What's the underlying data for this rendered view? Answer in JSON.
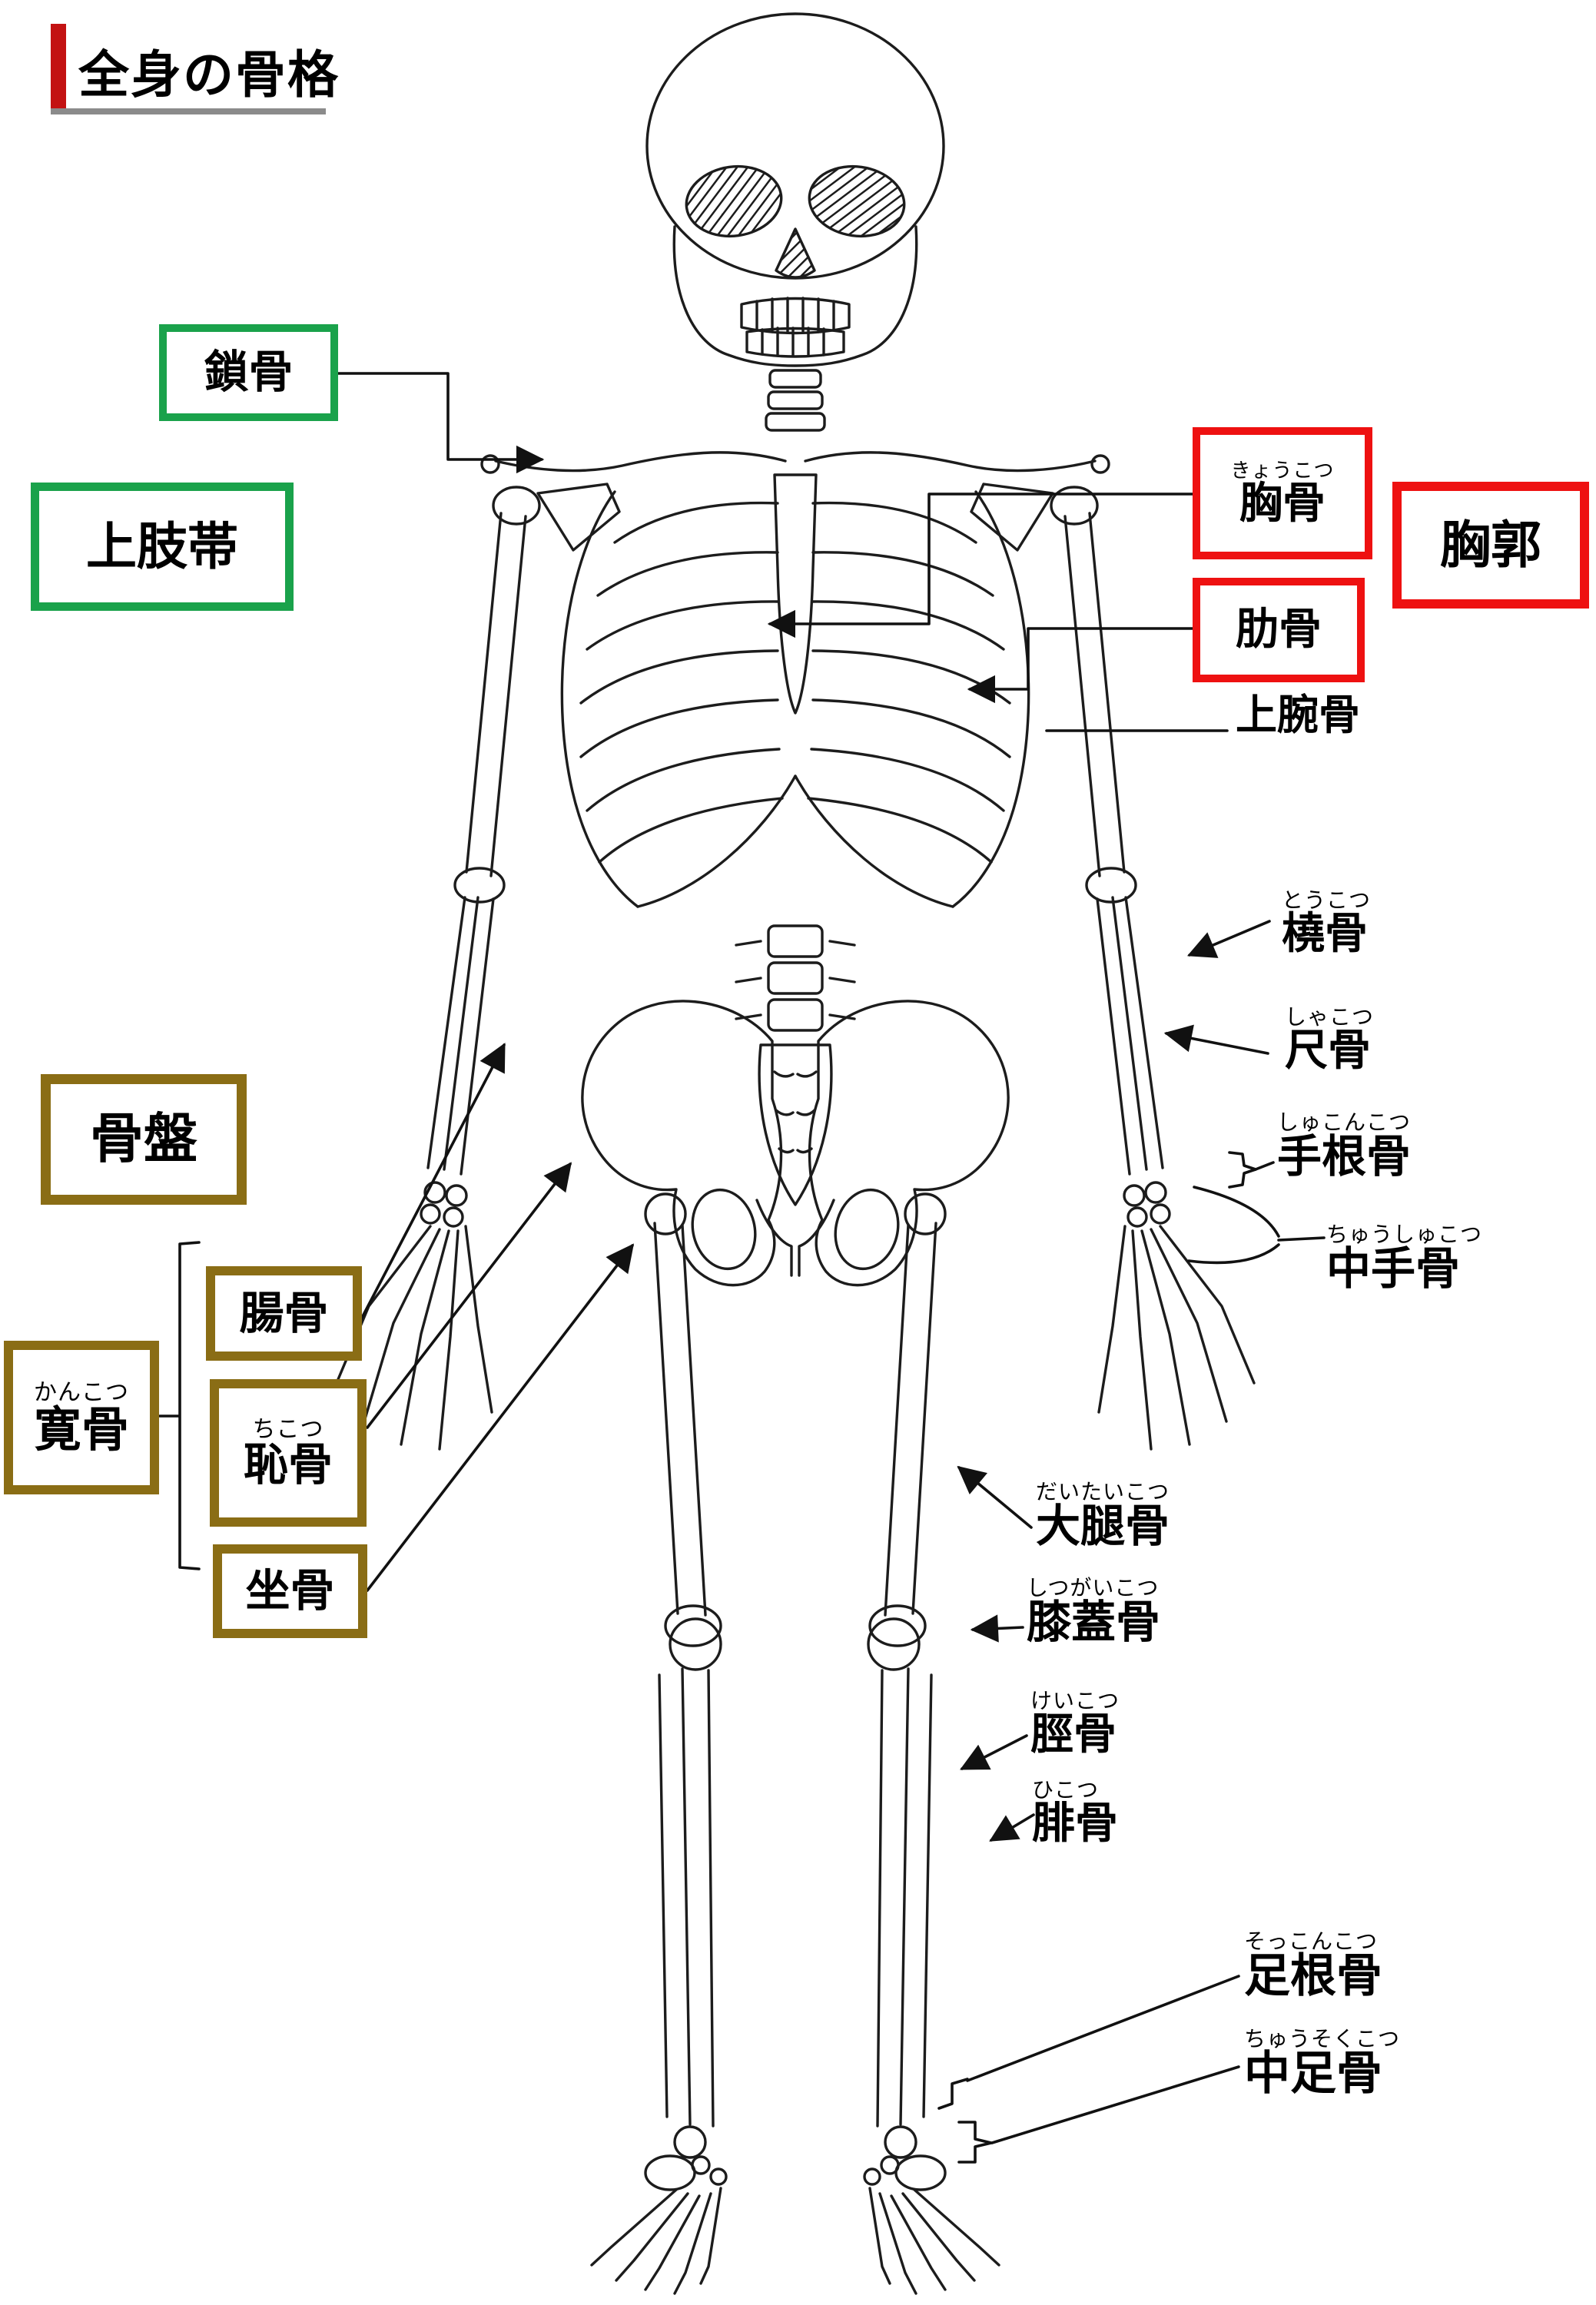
{
  "title": {
    "text": "全身の骨格"
  },
  "colors": {
    "box_green": "#1aa24b",
    "box_red": "#ee1111",
    "box_olive": "#8a6d15",
    "title_bar_red": "#c31212",
    "title_underline_gray": "#8b8b8b",
    "line_black": "#111111",
    "skeleton_ink": "#1c1c1c"
  },
  "labels": {
    "clavicle": {
      "text": "鎖骨"
    },
    "shoulder_girdle": {
      "text": "上肢帯"
    },
    "sternum": {
      "furigana": "きょうこつ",
      "text": "胸骨"
    },
    "thorax": {
      "text": "胸郭"
    },
    "ribs": {
      "text": "肋骨"
    },
    "humerus": {
      "text": "上腕骨"
    },
    "radius": {
      "furigana": "とうこつ",
      "text": "橈骨"
    },
    "ulna": {
      "furigana": "しゃこつ",
      "text": "尺骨"
    },
    "carpals": {
      "furigana": "しゅこんこつ",
      "text": "手根骨"
    },
    "metacarpals": {
      "furigana": "ちゅうしゅこつ",
      "text": "中手骨"
    },
    "pelvis": {
      "text": "骨盤"
    },
    "hip_bone": {
      "furigana": "かんこつ",
      "text": "寛骨"
    },
    "ilium": {
      "text": "腸骨"
    },
    "pubis": {
      "furigana": "ちこつ",
      "text": "恥骨"
    },
    "ischium": {
      "text": "坐骨"
    },
    "femur": {
      "furigana": "だいたいこつ",
      "text": "大腿骨"
    },
    "patella": {
      "furigana": "しつがいこつ",
      "text": "膝蓋骨"
    },
    "tibia": {
      "furigana": "けいこつ",
      "text": "脛骨"
    },
    "fibula": {
      "furigana": "ひこつ",
      "text": "腓骨"
    },
    "tarsals": {
      "furigana": "そっこんこつ",
      "text": "足根骨"
    },
    "metatarsals": {
      "furigana": "ちゅうそくこつ",
      "text": "中足骨"
    }
  }
}
